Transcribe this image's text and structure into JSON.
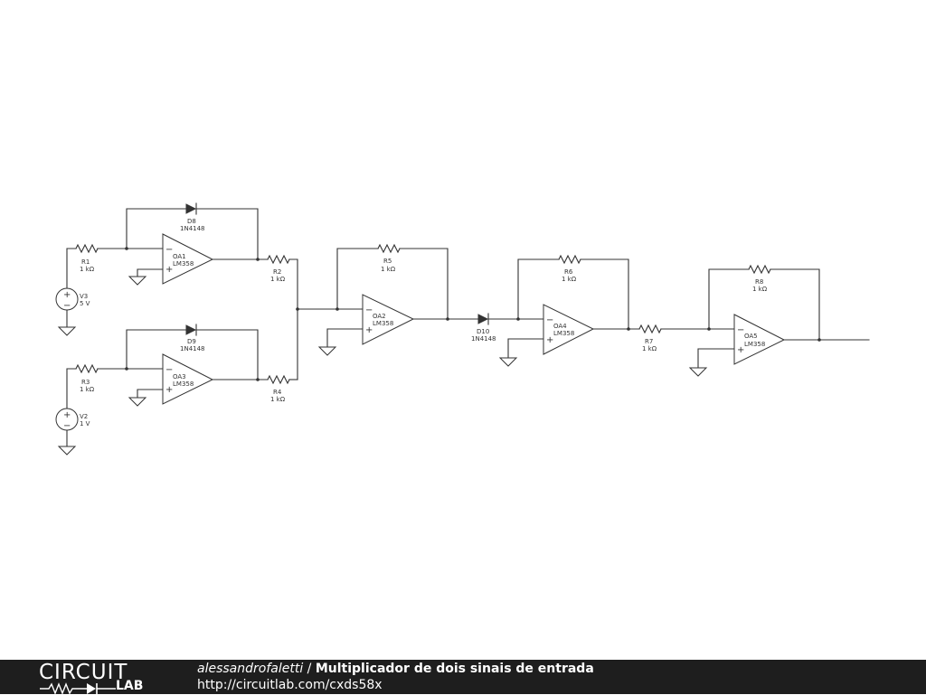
{
  "footer": {
    "logo_top": "CIRCUIT",
    "logo_bottom": "LAB",
    "author": "alessandrofaletti",
    "separator": " / ",
    "title": "Multiplicador de dois sinais de entrada",
    "url": "http://circuitlab.com/cxds58x"
  },
  "components": {
    "R1": {
      "name": "R1",
      "value": "1 kΩ"
    },
    "R2": {
      "name": "R2",
      "value": "1 kΩ"
    },
    "R3": {
      "name": "R3",
      "value": "1 kΩ"
    },
    "R4": {
      "name": "R4",
      "value": "1 kΩ"
    },
    "R5": {
      "name": "R5",
      "value": "1 kΩ"
    },
    "R6": {
      "name": "R6",
      "value": "1 kΩ"
    },
    "R7": {
      "name": "R7",
      "value": "1 kΩ"
    },
    "R8": {
      "name": "R8",
      "value": "1 kΩ"
    },
    "D8": {
      "name": "D8",
      "value": "1N4148"
    },
    "D9": {
      "name": "D9",
      "value": "1N4148"
    },
    "D10": {
      "name": "D10",
      "value": "1N4148"
    },
    "OA1": {
      "name": "OA1",
      "value": "LM358"
    },
    "OA2": {
      "name": "OA2",
      "value": "LM358"
    },
    "OA3": {
      "name": "OA3",
      "value": "LM358"
    },
    "OA4": {
      "name": "OA4",
      "value": "LM358"
    },
    "OA5": {
      "name": "OA5",
      "value": "LM358"
    },
    "V3": {
      "name": "V3",
      "value": "5 V"
    },
    "V2": {
      "name": "V2",
      "value": "1 V"
    }
  },
  "symbols": {
    "minus": "−",
    "plus": "+"
  }
}
